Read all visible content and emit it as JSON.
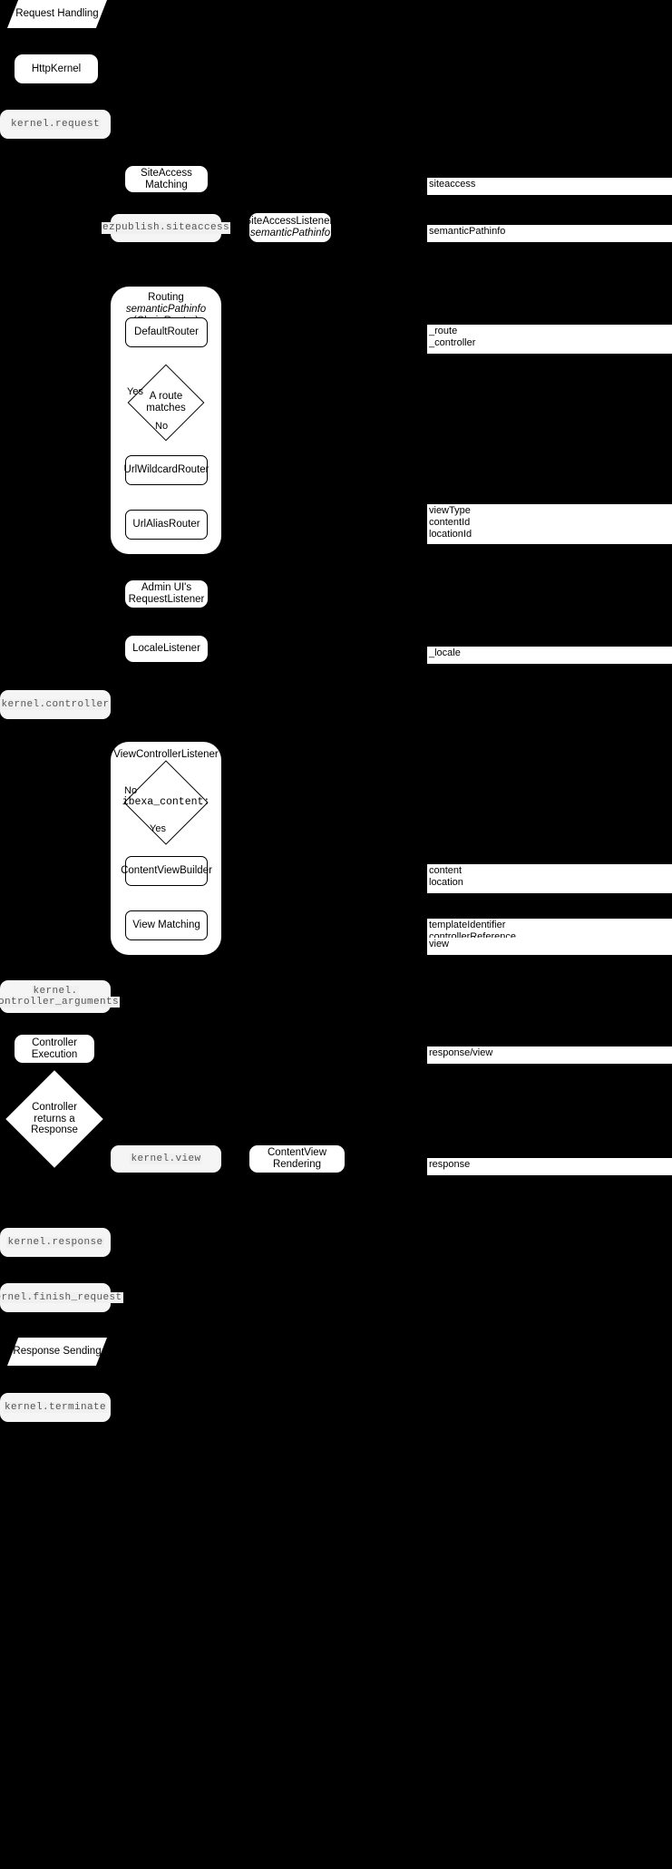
{
  "diagram": {
    "title": "Request Handling",
    "background": "#000000",
    "node_fill": "#ffffff",
    "event_fill": "#f5f5f5",
    "stroke": "#000000"
  },
  "banners": [
    {
      "label": "Request Handling"
    },
    {
      "label": "Response Sending"
    }
  ],
  "nodes": {
    "http_kernel": "HttpKernel",
    "siteaccess_matching": "SiteAccess Matching",
    "siteaccess_listener": "SiteAccessListener:",
    "siteaccess_listener_em": "semanticPathinfo",
    "routing_group_title": "Routing ",
    "routing_group_title_em": "semanticPathinfo",
    "routing_group_title2": "(ChainRouter)",
    "default_router": "DefaultRouter",
    "url_wildcard_router": "UrlWildcardRouter",
    "url_alias_router": "UrlAliasRouter",
    "admin_request_listener": "Admin UI's\nRequestListener",
    "admin_request_listener_l1": "Admin UI's",
    "admin_request_listener_l2": "RequestListener",
    "locale_listener": "LocaleListener",
    "view_controller_listener": "ViewControllerListener",
    "content_view_builder": "ContentViewBuilder",
    "view_matching": "View Matching",
    "controller_execution": "Controller Execution",
    "contentview_rendering": "ContentView Rendering"
  },
  "decisions": {
    "route_matches_l1": "A route",
    "route_matches_l2": "matches",
    "route_yes": "Yes",
    "route_no": "No",
    "ibexa_content": "ibexa_content:",
    "ibexa_no": "No",
    "ibexa_yes": "Yes",
    "controller_returns_l1": "Controller",
    "controller_returns_l2": "returns a",
    "controller_returns_l3": "Response"
  },
  "events": [
    {
      "label": "kernel.request"
    },
    {
      "label": "ezpublish.siteaccess"
    },
    {
      "label": "kernel.controller"
    },
    {
      "label_l1": "kernel.",
      "label_l2": "controller_arguments"
    },
    {
      "label": "kernel.view"
    },
    {
      "label": "kernel.response"
    },
    {
      "label": "kernel.finish_request"
    },
    {
      "label": "kernel.terminate"
    }
  ],
  "attributes": [
    {
      "lines": [
        "siteaccess"
      ]
    },
    {
      "lines": [
        "semanticPathinfo"
      ]
    },
    {
      "lines": [
        "_route",
        "_controller"
      ]
    },
    {
      "lines": [
        "viewType",
        "contentId",
        "locationId"
      ]
    },
    {
      "lines": [
        "_locale"
      ]
    },
    {
      "lines": [
        "content",
        "location"
      ]
    },
    {
      "lines": [
        "templateIdentifier",
        "controllerReference"
      ]
    },
    {
      "lines": [
        "view"
      ]
    },
    {
      "lines": [
        "response/view"
      ]
    },
    {
      "lines": [
        "response"
      ]
    }
  ]
}
